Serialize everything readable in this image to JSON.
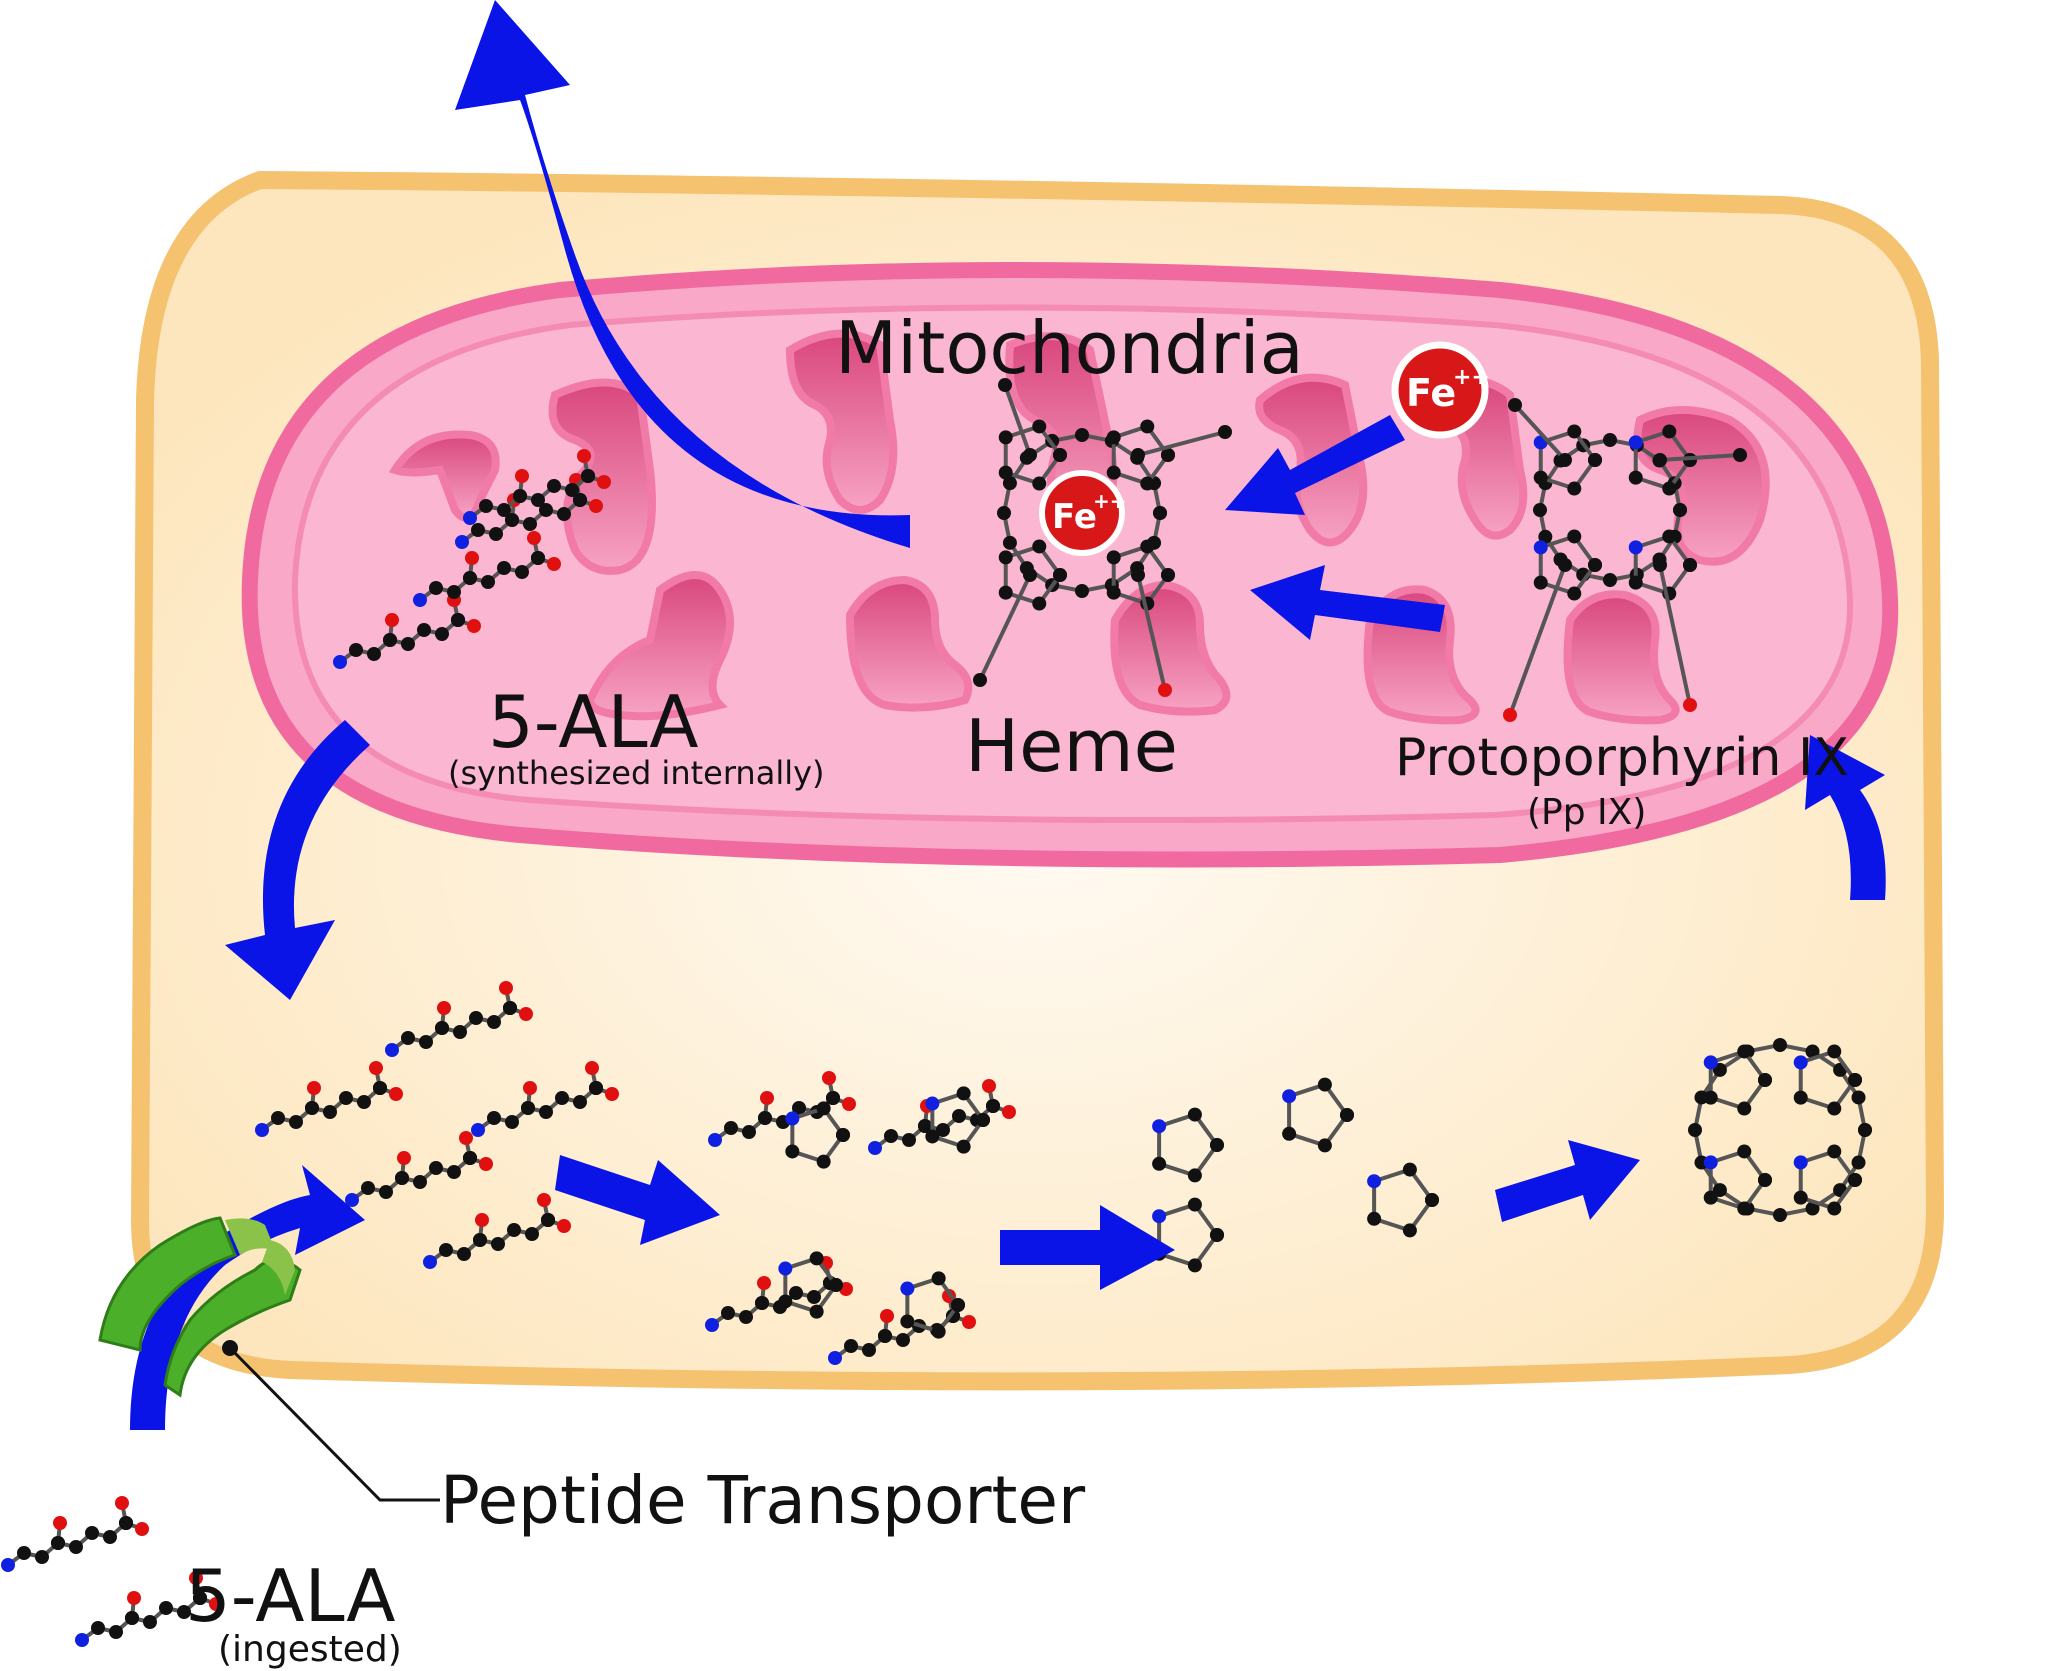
{
  "labels": {
    "mitochondria": "Mitochondria",
    "heme": "Heme",
    "ala_internal": "5-ALA",
    "ala_internal_sub": "(synthesized internally)",
    "ppix": "Protoporphyrin IX",
    "ppix_sub": "(Pp IX)",
    "transporter": "Peptide Transporter",
    "ala_ingested": "5-ALA",
    "ala_ingested_sub": "(ingested)",
    "fe_symbol": "Fe",
    "fe_charge": "++"
  },
  "colors": {
    "cell_fill": "#fdebc8",
    "cell_border": "#f5c270",
    "mito_outer": "#f06aa0",
    "mito_fill": "#f9a8c8",
    "mito_cristae": "#e06090",
    "arrow": "#0a14e6",
    "transporter": "#4caf2a",
    "atom_carbon": "#111111",
    "atom_oxygen": "#e01010",
    "atom_nitrogen": "#1020e0",
    "iron": "#d81818"
  },
  "icons": {
    "iron_ion": "fe-ion-icon",
    "transporter": "transporter-channel-icon"
  }
}
